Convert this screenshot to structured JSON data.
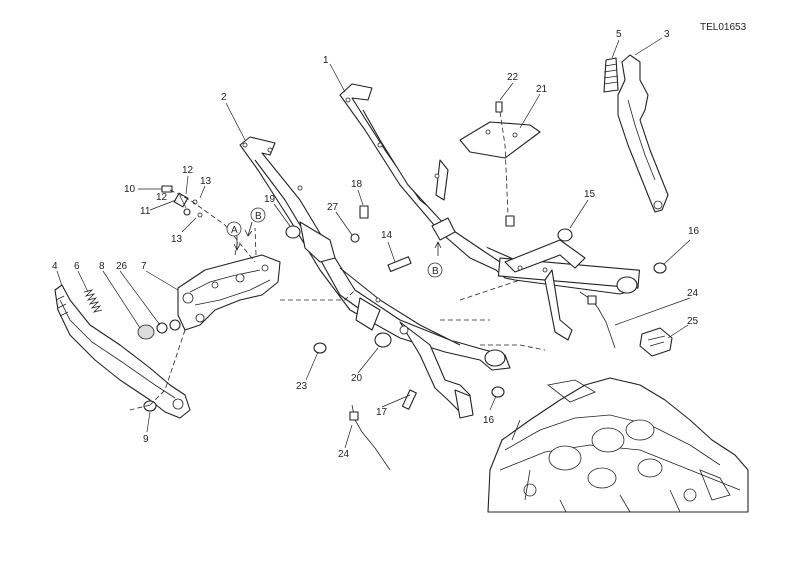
{
  "drawing_code": "TEL01653",
  "callouts": [
    "1",
    "2",
    "3",
    "4",
    "5",
    "6",
    "7",
    "8",
    "9",
    "10",
    "11",
    "12",
    "12",
    "13",
    "13",
    "14",
    "15",
    "16",
    "16",
    "17",
    "18",
    "19",
    "20",
    "21",
    "22",
    "23",
    "24",
    "24",
    "25",
    "26",
    "27"
  ],
  "refs": [
    "A",
    "B",
    "B"
  ]
}
